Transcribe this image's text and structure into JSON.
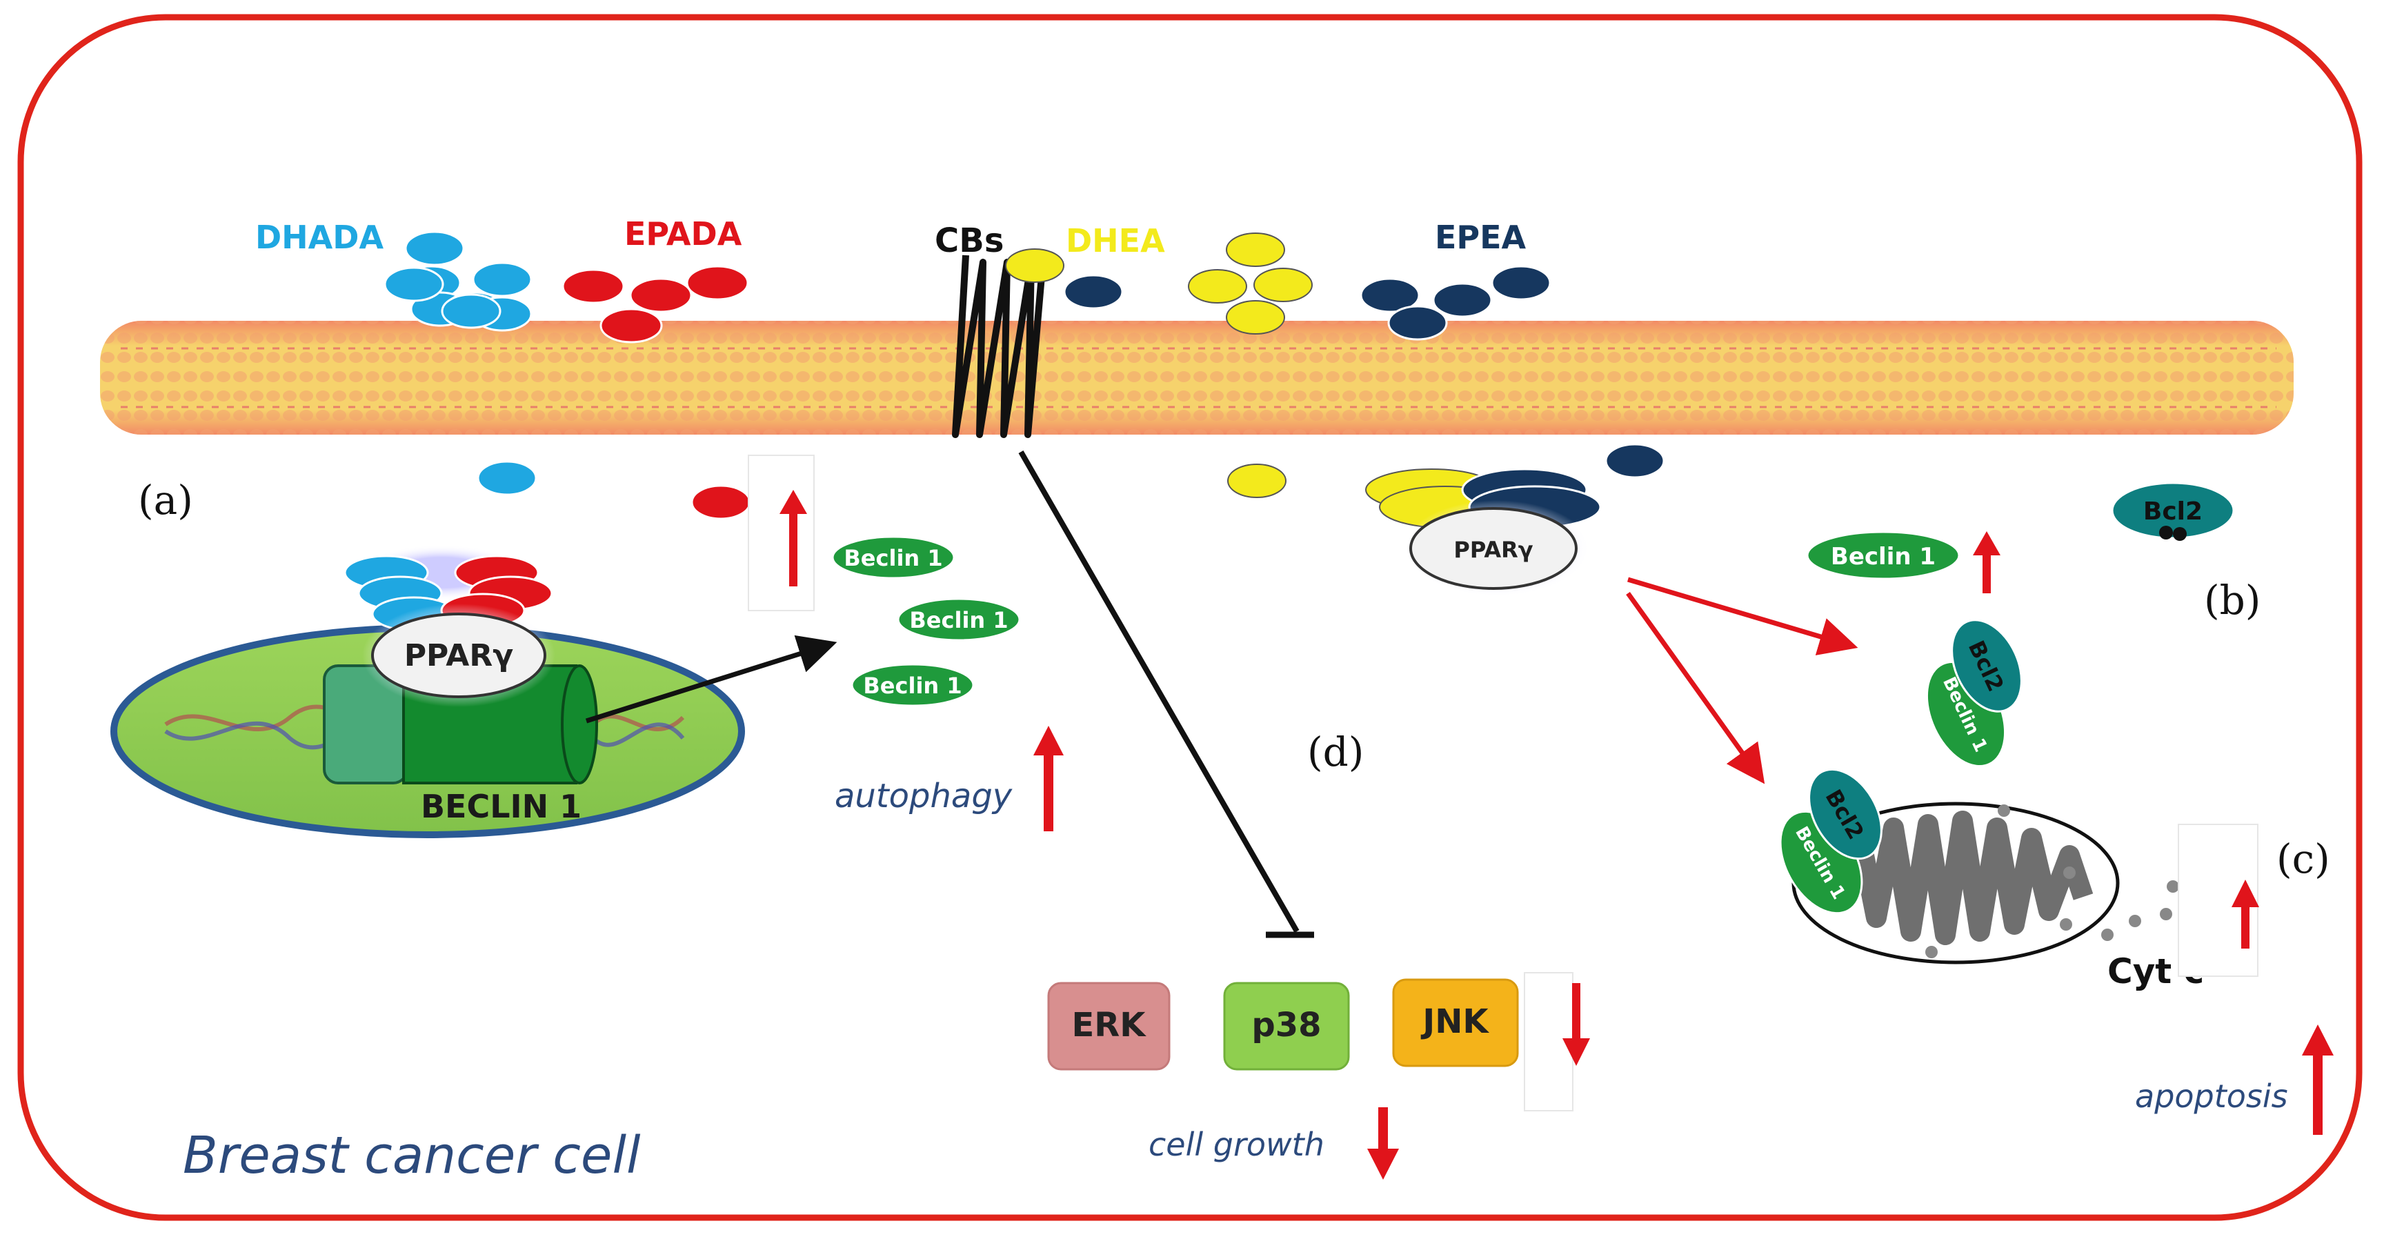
{
  "figure": {
    "title": "Breast cancer cell",
    "ligands": {
      "dhada": "DHADA",
      "epada": "EPADA",
      "cbs": "CBs",
      "dhea": "DHEA",
      "epea": "EPEA"
    },
    "panel_labels": {
      "a": "(a)",
      "b": "(b)",
      "c": "(c)",
      "d": "(d)"
    },
    "proteins": {
      "ppar": "PPARγ",
      "beclin": "Beclin 1",
      "beclin_gene": "BECLIN 1",
      "bcl2": "Bcl2",
      "cytc": "Cyt  c",
      "erk": "ERK",
      "p38": "p38",
      "jnk": "JNK"
    },
    "processes": {
      "autophagy": "autophagy",
      "cell_growth": "cell growth",
      "apoptosis": "apoptosis"
    },
    "colors": {
      "border": "#e0241b",
      "dhada": "#1fa7e1",
      "epada": "#e0141b",
      "dhea": "#f3ea1c",
      "epea": "#16375f",
      "beclin": "#1f9a3c",
      "bcl2": "#0e7f80",
      "erk": "#d88f8f",
      "p38": "#8fcf4f",
      "jnk": "#f4b31a",
      "arrow_red": "#e0141b",
      "text_blue": "#2c4a7c"
    }
  }
}
